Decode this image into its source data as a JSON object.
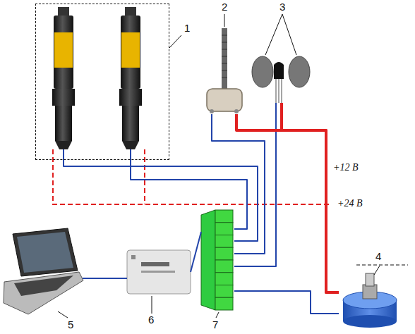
{
  "diagram": {
    "nodes": [
      {
        "text": [
          "1"
        ]
      },
      {
        "text": [
          "2"
        ]
      },
      {
        "text": [
          "3"
        ]
      },
      {
        "text": [
          "4"
        ]
      },
      {
        "text": [
          "5"
        ]
      },
      {
        "text": [
          "6"
        ]
      },
      {
        "text": [
          "7"
        ]
      }
    ],
    "edges": [
      {
        "from": 0,
        "to": 6,
        "arrow": "none"
      },
      {
        "from": 0,
        "to": 6,
        "arrow": "none"
      },
      {
        "from": 1,
        "to": 6,
        "arrow": "none"
      },
      {
        "from": 2,
        "to": 6,
        "arrow": "none"
      },
      {
        "from": 6,
        "to": 3,
        "arrow": "none"
      },
      {
        "from": 4,
        "to": 5,
        "arrow": "none"
      },
      {
        "from": 5,
        "to": 6,
        "arrow": "none"
      },
      {
        "from": 1,
        "to": 3,
        "arrow": "none",
        "label": "+12 В"
      },
      {
        "from": 2,
        "to": 3,
        "arrow": "none"
      }
    ],
    "labels": [
      "+24 В"
    ]
  }
}
